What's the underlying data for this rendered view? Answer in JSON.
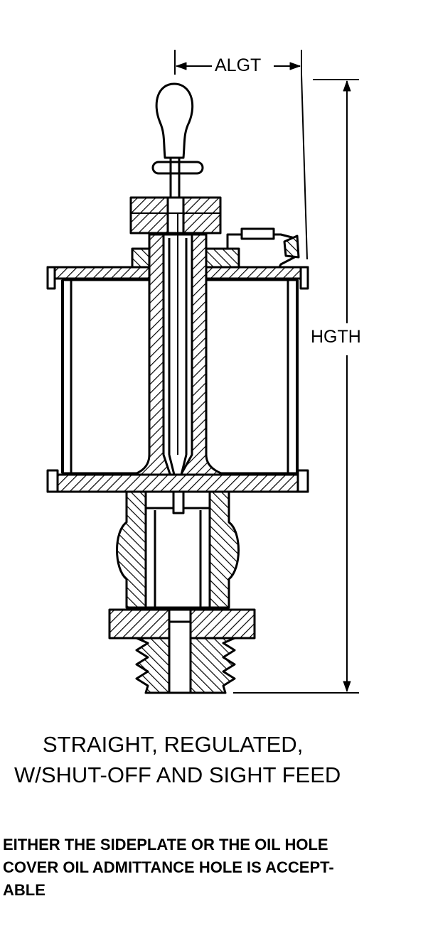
{
  "diagram": {
    "dimension_width_label": "ALGT",
    "dimension_height_label": "HGTH"
  },
  "caption": {
    "line1": "STRAIGHT, REGULATED,",
    "line2": "W/SHUT-OFF AND SIGHT FEED"
  },
  "note": {
    "line1": "EITHER THE SIDEPLATE OR THE OIL HOLE",
    "line2": "COVER OIL ADMITTANCE HOLE IS ACCEPT-",
    "line3": "ABLE"
  }
}
